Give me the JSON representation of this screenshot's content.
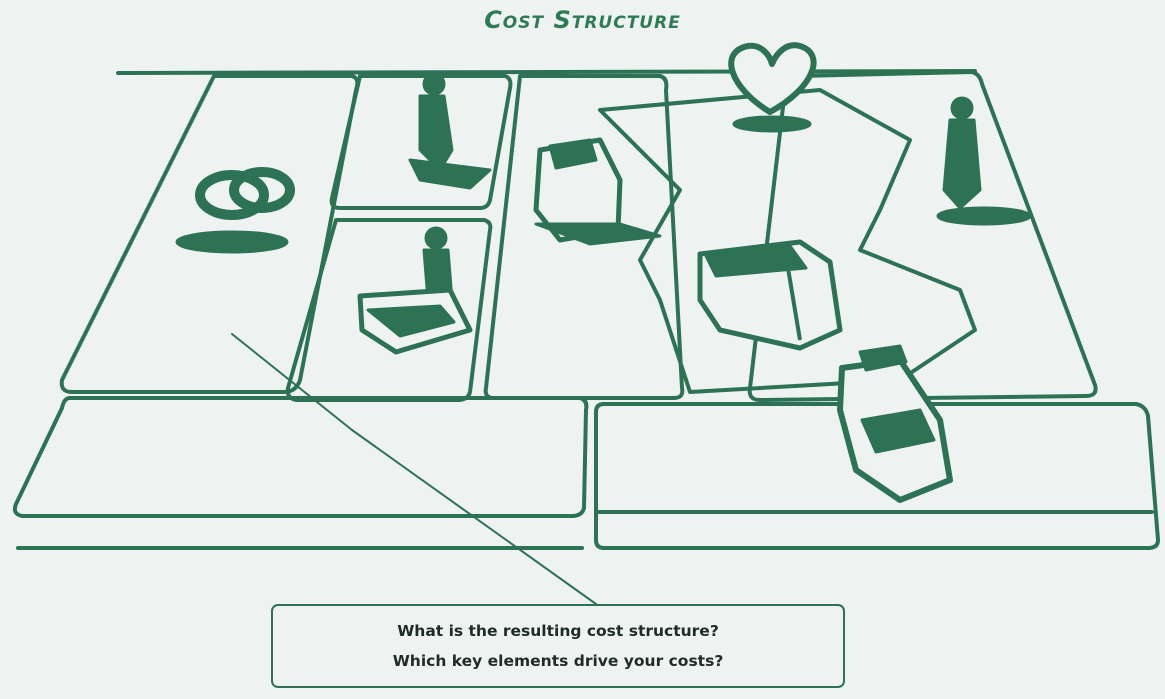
{
  "title": "Cost Structure",
  "callout": {
    "lines": [
      "What is the resulting cost structure?",
      "Which key elements drive your costs?"
    ]
  },
  "colors": {
    "background": "#eef3f1",
    "stroke": "#2e7256",
    "title": "#2e7a55",
    "text": "#1f2b26"
  },
  "icons": [
    "rings-icon",
    "worker-icon",
    "person-with-stack-icon",
    "gift-icon",
    "heart-icon",
    "boxes-icon",
    "customer-icon",
    "cash-register-icon"
  ]
}
